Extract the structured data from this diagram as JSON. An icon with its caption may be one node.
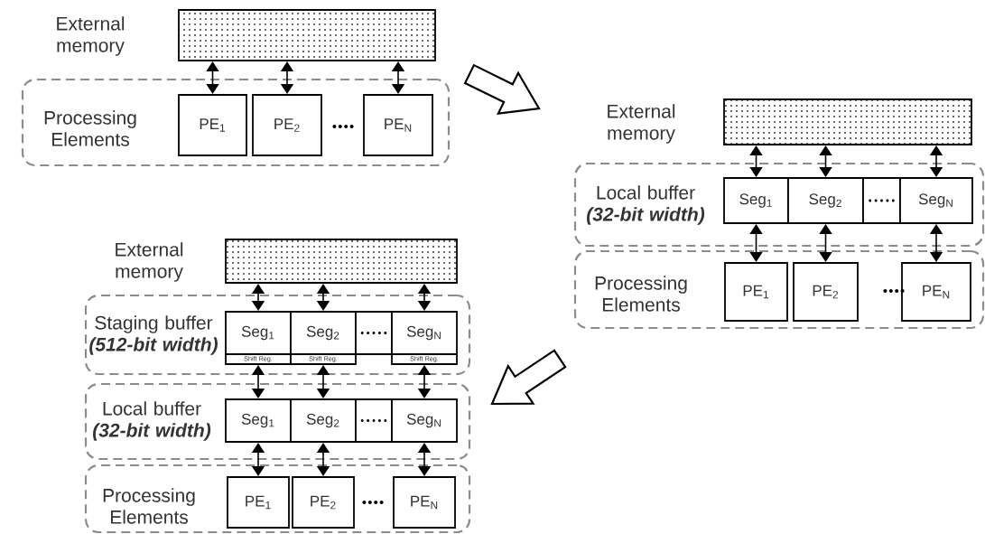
{
  "diagram": {
    "nodes": [
      {
        "text": [
          "External memory"
        ]
      },
      {
        "text": [
          "Processing Elements"
        ]
      },
      {
        "text": [
          "PE$_{1}$"
        ],
        "in": 1
      },
      {
        "text": [
          "PE$_{2}$"
        ],
        "in": 1
      },
      {
        "text": [
          "PE$_{N}$"
        ],
        "in": 1
      },
      {
        "text": [
          "External memory"
        ]
      },
      {
        "text": [
          "Local buffer",
          "(32-bit width)"
        ]
      },
      {
        "text": [
          "Seg$_{1}$"
        ],
        "in": 6
      },
      {
        "text": [
          "Seg$_{2}$"
        ],
        "in": 6
      },
      {
        "text": [],
        "shape": "box",
        "in": 6
      },
      {
        "text": [
          "Seg$_{N}$"
        ],
        "in": 6
      },
      {
        "text": [
          "Processing Elements"
        ]
      },
      {
        "text": [
          "PE$_{1}$"
        ],
        "in": 11
      },
      {
        "text": [
          "PE$_{2}$"
        ],
        "in": 11
      },
      {
        "text": [
          "PE$_{N}$"
        ],
        "in": 11
      },
      {
        "text": [
          "External memory"
        ]
      },
      {
        "text": [
          "Staging buffer",
          "(512-bit width)"
        ]
      },
      {
        "text": [
          "Seg$_{1}$"
        ],
        "in": 16
      },
      {
        "text": [
          "Seg$_{2}$"
        ],
        "in": 16
      },
      {
        "text": [],
        "shape": "box",
        "in": 16
      },
      {
        "text": [
          "Seg$_{N}$"
        ],
        "in": 16
      },
      {
        "text": [
          "Shift Reg."
        ],
        "in": 16
      },
      {
        "text": [
          "Shift Reg."
        ],
        "in": 16
      },
      {
        "text": [
          "Shift Reg."
        ],
        "in": 16
      },
      {
        "text": [
          "Local buffer",
          "(32-bit width)"
        ]
      },
      {
        "text": [
          "Seg$_{1}$"
        ],
        "in": 24
      },
      {
        "text": [
          "Seg$_{2}$"
        ],
        "in": 24
      },
      {
        "text": [],
        "shape": "box",
        "in": 24
      },
      {
        "text": [
          "Seg$_{N}$"
        ],
        "in": 24
      },
      {
        "text": [
          "Processing Elements"
        ]
      },
      {
        "text": [
          "PE$_{1}$"
        ],
        "in": 29
      },
      {
        "text": [
          "PE$_{2}$"
        ],
        "in": 29
      },
      {
        "text": [
          "PE$_{N}$"
        ],
        "in": 29
      }
    ],
    "edges": [
      {
        "from": 0,
        "to": 2,
        "arrow": "both"
      },
      {
        "from": 0,
        "to": 3,
        "arrow": "both"
      },
      {
        "from": 0,
        "to": 4,
        "arrow": "both"
      },
      {
        "from": 5,
        "to": 7,
        "arrow": "both"
      },
      {
        "from": 5,
        "to": 8,
        "arrow": "both"
      },
      {
        "from": 5,
        "to": 10,
        "arrow": "both"
      },
      {
        "from": 7,
        "to": 12,
        "arrow": "both"
      },
      {
        "from": 8,
        "to": 13,
        "arrow": "both"
      },
      {
        "from": 10,
        "to": 14,
        "arrow": "both"
      },
      {
        "from": 15,
        "to": 17,
        "arrow": "both"
      },
      {
        "from": 15,
        "to": 18,
        "arrow": "both"
      },
      {
        "from": 15,
        "to": 20,
        "arrow": "both"
      },
      {
        "from": 21,
        "to": 25,
        "arrow": "both"
      },
      {
        "from": 22,
        "to": 26,
        "arrow": "both"
      },
      {
        "from": 23,
        "to": 28,
        "arrow": "both"
      },
      {
        "from": 25,
        "to": 30,
        "arrow": "both"
      },
      {
        "from": 26,
        "to": 31,
        "arrow": "both"
      },
      {
        "from": 28,
        "to": 32,
        "arrow": "both"
      }
    ]
  }
}
